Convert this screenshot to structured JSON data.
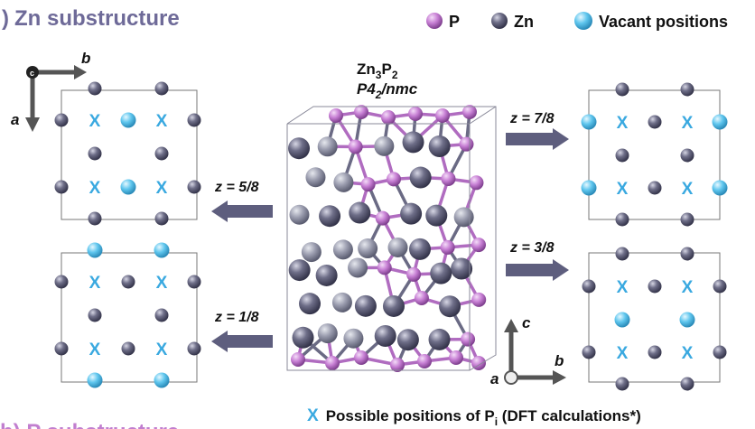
{
  "header": {
    "title_prefix": ")",
    "title": "Zn substructure",
    "title_color": "#6e6a98"
  },
  "legend": [
    {
      "name": "P",
      "color": "#c27ad0"
    },
    {
      "name": "Zn",
      "color": "#5c5c74"
    },
    {
      "name": "Vacant positions",
      "color": "#62c8ee"
    }
  ],
  "structure": {
    "formula_base1": "Zn",
    "formula_sub1": "3",
    "formula_base2": "P",
    "formula_sub2": "2",
    "sg_a": "P4",
    "sg_sub": "2",
    "sg_b": "/nmc"
  },
  "axes_left": {
    "horizontal": "b",
    "vertical": "a",
    "origin": "c"
  },
  "axes_right": {
    "vertical": "c",
    "horizontal": "b",
    "origin": "a"
  },
  "layers": [
    {
      "id": "z58",
      "label": "z = 5/8",
      "direction": "left"
    },
    {
      "id": "z18",
      "label": "z = 1/8",
      "direction": "left"
    },
    {
      "id": "z78",
      "label": "z = 7/8",
      "direction": "right"
    },
    {
      "id": "z38",
      "label": "z = 3/8",
      "direction": "right"
    }
  ],
  "markers": {
    "x_symbol": "X",
    "x_color": "#3aa9e0"
  },
  "footnote": {
    "symbol": "X",
    "text_a": "Possible positions of P",
    "sub": "i",
    "text_b": " (DFT calculations*)"
  },
  "bottom_cut": {
    "prefix": "b) ",
    "text": "P substructure",
    "color": "#c17ecf"
  },
  "colors": {
    "zn": "#5c5c74",
    "vacant": "#62c8ee",
    "arrow": "#5e5e7e",
    "p": "#c27ad0"
  }
}
